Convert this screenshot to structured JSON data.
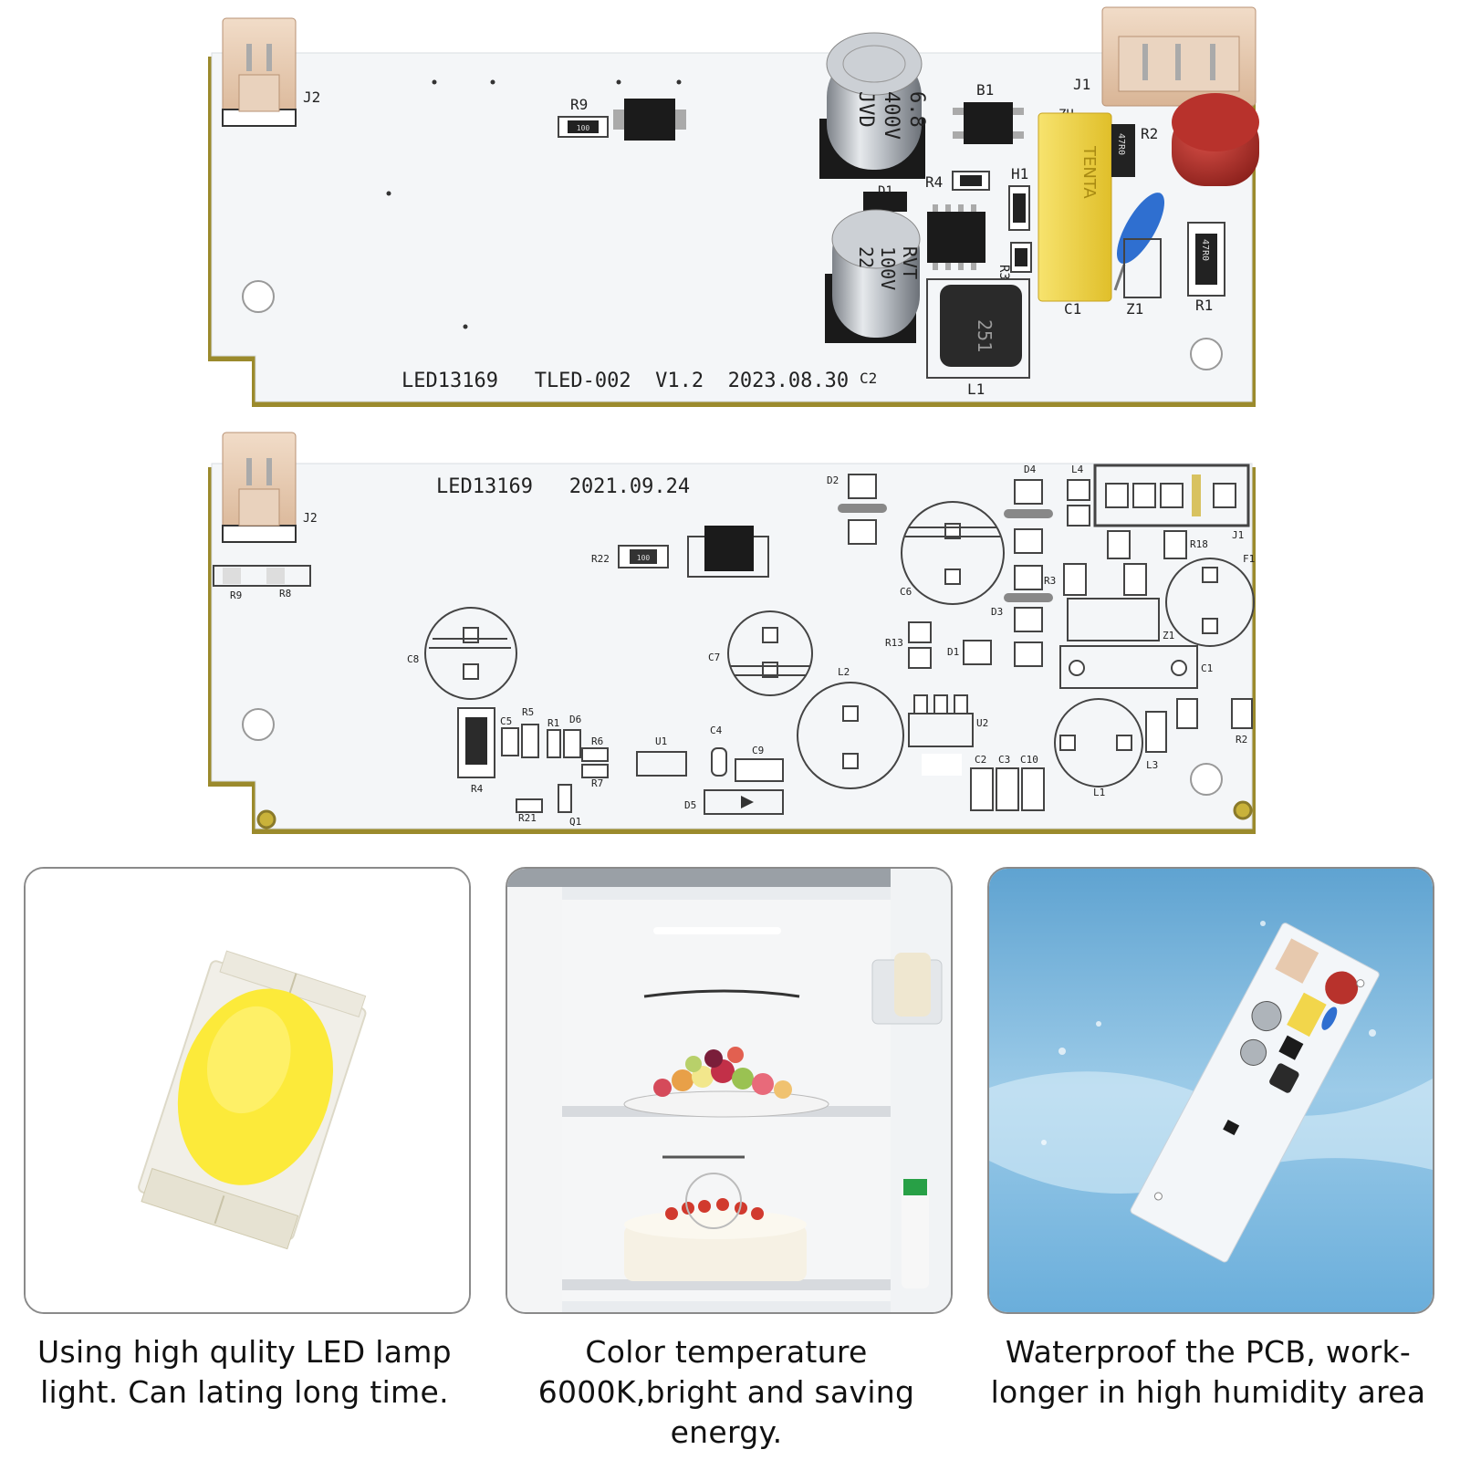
{
  "board_top": {
    "print": "LED13169   TLED-002  V1.2  2023.08.30",
    "refs": {
      "J2": "J2",
      "R9": "R9",
      "B1": "B1",
      "J1": "J1",
      "R2": "R2",
      "R4": "R4",
      "H1": "H1",
      "D1": "D1",
      "R3": "R3",
      "C1": "C1",
      "Z1": "Z1",
      "R1": "R1",
      "C2": "C2",
      "L1": "L1",
      "ZU": "ZU"
    },
    "cap_large": [
      "6.8",
      "400V",
      "JVD"
    ],
    "cap_small": [
      "22",
      "100V",
      "RVT"
    ],
    "inductor_mark": "251",
    "resistor_mark_r2": "47R0",
    "resistor_mark_r1": "47R0",
    "resistor_mark_r9": "100",
    "yellow_cap_mark": "TENTA"
  },
  "board_bottom": {
    "print": "LED13169   2021.09.24",
    "refs": {
      "J2": "J2",
      "R9": "R9",
      "R8": "R8",
      "R22": "R22",
      "D2": "D2",
      "D4": "D4",
      "L4": "L4",
      "J1": "J1",
      "R18": "R18",
      "F1": "F1",
      "C6": "C6",
      "R3": "R3",
      "D3": "D3",
      "Z1": "Z1",
      "C1": "C1",
      "R13": "R13",
      "D1": "D1",
      "C8": "C8",
      "C7": "C7",
      "L2": "L2",
      "U2": "U2",
      "R2": "R2",
      "R5": "R5",
      "R1": "R1",
      "D6": "D6",
      "C5": "C5",
      "R6": "R6",
      "R7": "R7",
      "U1": "U1",
      "C4": "C4",
      "C9": "C9",
      "C2": "C2",
      "C3": "C3",
      "C10": "C10",
      "L3": "L3",
      "L1": "L1",
      "R4": "R4",
      "R21": "R21",
      "Q1": "Q1",
      "D5": "D5"
    },
    "resistor_mark_r22": "100"
  },
  "panels": [
    {
      "icon": "led-chip-icon",
      "caption": "Using high qulity LED lamp light. Can lating long time."
    },
    {
      "icon": "refrigerator-icon",
      "caption": "Color temperature 6000K,bright and saving energy."
    },
    {
      "icon": "waterproof-pcb-icon",
      "caption": "Waterproof the PCB, work-longer in high humidity area"
    }
  ],
  "colors": {
    "pcb": "#f4f6f8",
    "pcb_edge": "#8a7a2a",
    "connector": "#e7c9ae",
    "yellow_cap": "#f2d64b",
    "red_cap": "#b8322c",
    "blue_cap": "#2f6fd0",
    "water": "#7fb8de"
  }
}
